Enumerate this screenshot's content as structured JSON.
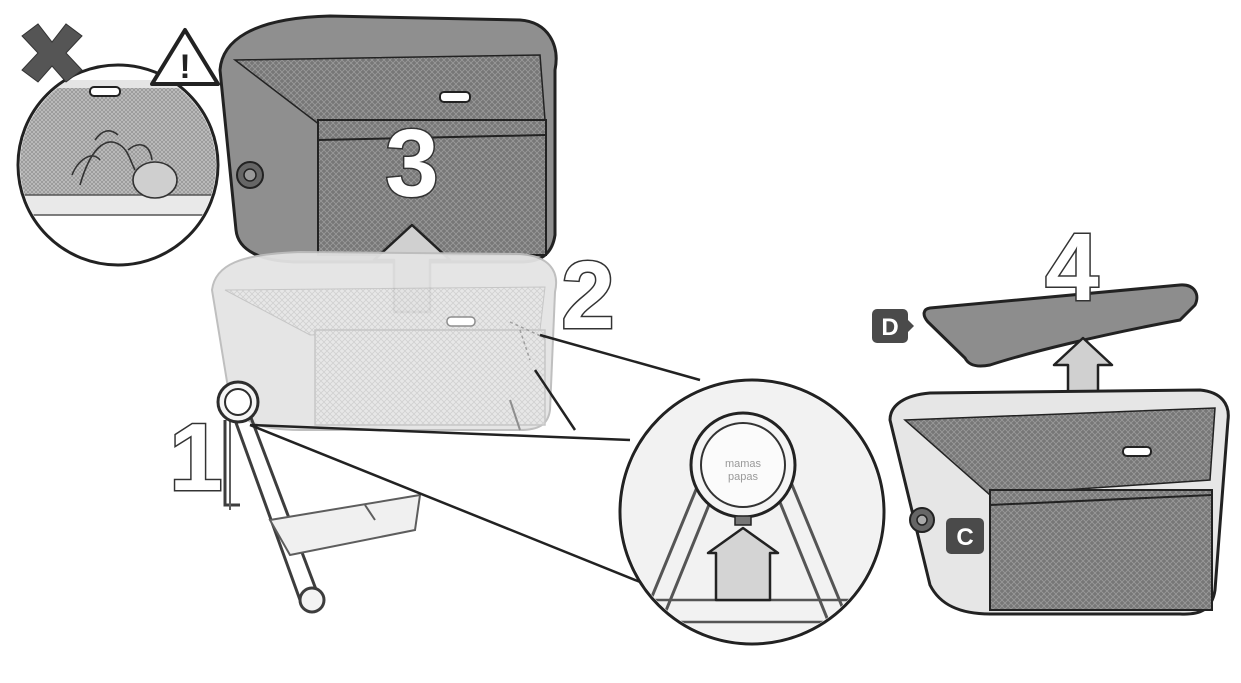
{
  "steps": [
    "1",
    "2",
    "3",
    "4"
  ],
  "labels": {
    "mattress": "D",
    "cot_body": "C"
  },
  "warning_symbol": "!",
  "brand_mark": [
    "mamas",
    "papas"
  ],
  "colors": {
    "line": "#2b2b2b",
    "fabric_dark": "#8c8c8c",
    "fabric_mid": "#a9a9a9",
    "mesh": "#7a7a7a",
    "faded": "#d9d9d9",
    "badge": "#4a4a4a",
    "arrow": "#d0d0d0"
  },
  "icons": [
    "cross-icon",
    "warning-triangle-icon",
    "upload-arrow-icon"
  ]
}
